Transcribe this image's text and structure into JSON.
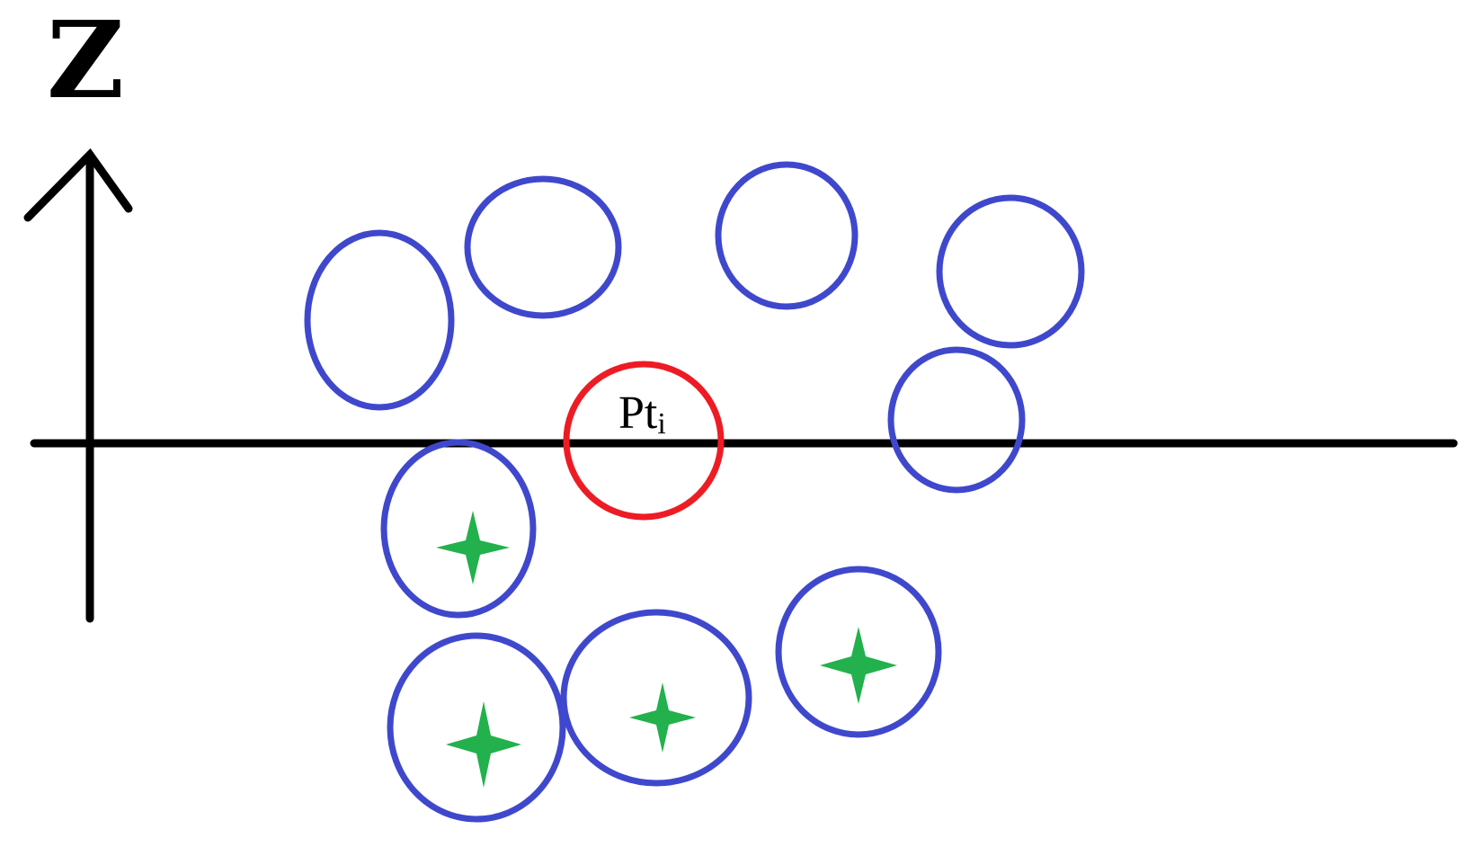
{
  "axis": {
    "z_label": "Z"
  },
  "center_point": {
    "label": "Pt",
    "subscript": "i"
  },
  "colors": {
    "axis": "#000000",
    "neighbor_circle": "#3f48cc",
    "center_circle": "#ed1c24",
    "star": "#22b14c"
  },
  "icons": {
    "star": "four-point-star-icon"
  }
}
